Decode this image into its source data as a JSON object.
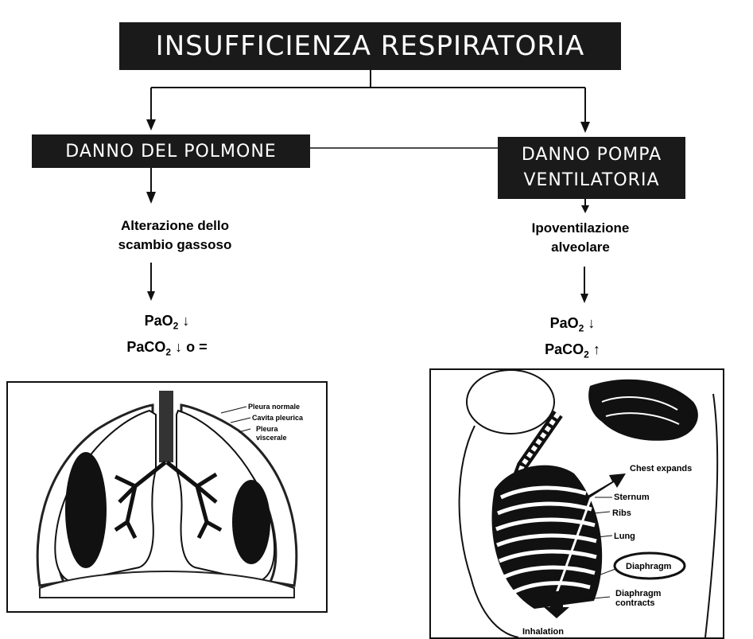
{
  "title": "INSUFFICIENZA RESPIRATORIA",
  "left_branch": {
    "box_label": "DANNO DEL POLMONE",
    "effect_line1": "Alterazione dello",
    "effect_line2": "scambio gassoso",
    "gas_line1": "PaO",
    "gas_line1_sub": "2",
    "gas_line1_suffix": " ↓",
    "gas_line2": "PaCO",
    "gas_line2_sub": "2",
    "gas_line2_suffix": " ↓ o ="
  },
  "right_branch": {
    "box_label_line1": "DANNO POMPA",
    "box_label_line2": "VENTILATORIA",
    "effect_line1": "Ipoventilazione",
    "effect_line2": "alveolare",
    "gas_line1": "PaO",
    "gas_line1_sub": "2",
    "gas_line1_suffix": " ↓",
    "gas_line2": "PaCO",
    "gas_line2_sub": "2",
    "gas_line2_suffix": " ↑"
  },
  "lung_figure": {
    "labels": [
      "Pleura normale",
      "Cavita pleurica",
      "Pleura",
      "viscerale"
    ]
  },
  "body_figure": {
    "labels": {
      "chest": "Chest expands",
      "sternum": "Sternum",
      "ribs": "Ribs",
      "lung": "Lung",
      "diaphragm": "Diaphragm",
      "diaphragm_contracts_1": "Diaphragm",
      "diaphragm_contracts_2": "contracts",
      "caption": "Inhalation"
    }
  }
}
